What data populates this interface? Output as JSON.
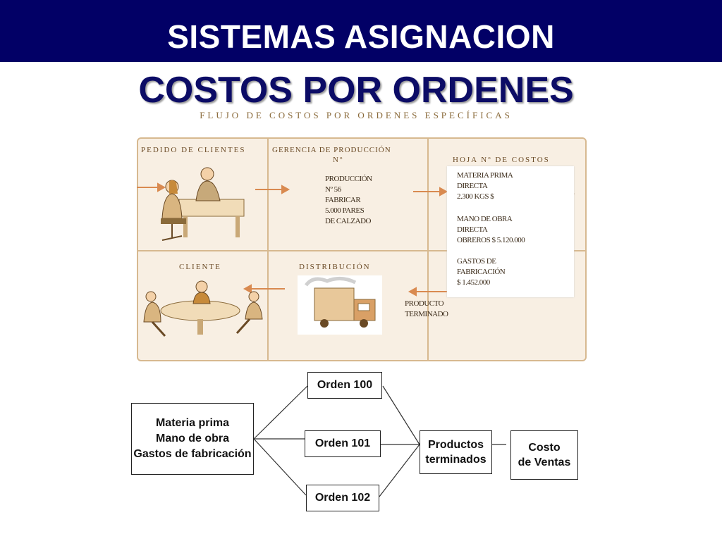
{
  "header": {
    "title": "SISTEMAS ASIGNACION",
    "subtitle": "COSTOS POR ORDENES",
    "flow_subtitle": "FLUJO DE COSTOS POR ORDENES ESPECÍFICAS"
  },
  "panel": {
    "pedido": "PEDIDO DE CLIENTES",
    "gerencia": "GERENCIA DE PRODUCCIÓN",
    "gerencia_num": "Nº",
    "produccion": "PRODUCCIÓN\nNº 56\nFABRICAR\n5.000 PARES\nDE CALZADO",
    "hoja": "HOJA Nº DE COSTOS",
    "materia": "MATERIA PRIMA\nDIRECTA\n2.300 KGS $",
    "mano": "MANO DE OBRA\nDIRECTA\nOBREROS $ 5.120.000",
    "gastos": "GASTOS DE\nFABRICACIÓN\n$ 1.452.000",
    "cliente": "CLIENTE",
    "distribucion": "DISTRIBUCIÓN",
    "producto": "PRODUCTO\nTERMINADO"
  },
  "colors": {
    "header_bg": "#020066",
    "title_blue": "#0c0c66",
    "panel_bg": "#f8efe3",
    "panel_border": "#d7b990"
  },
  "diagram": {
    "input": "Materia prima\nMano de obra\nGastos de fabricación",
    "orders": [
      "Orden 100",
      "Orden 101",
      "Orden 102"
    ],
    "productos": "Productos\nterminados",
    "costo": "Costo\nde Ventas"
  }
}
